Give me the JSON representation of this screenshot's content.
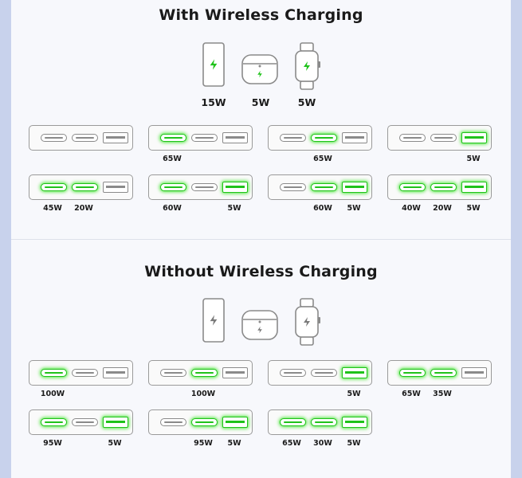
{
  "sections": [
    {
      "title": "With Wireless Charging",
      "devices": [
        {
          "name": "phone",
          "icon": "phone-icon",
          "label": "15W",
          "active": true
        },
        {
          "name": "earbuds-case",
          "icon": "earbuds-case-icon",
          "label": "5W",
          "active": true
        },
        {
          "name": "watch",
          "icon": "watch-icon",
          "label": "5W",
          "active": true
        }
      ],
      "configs": [
        {
          "ports": [
            0,
            0,
            0
          ],
          "labels": [
            "",
            "",
            ""
          ]
        },
        {
          "ports": [
            1,
            0,
            0
          ],
          "labels": [
            "65W",
            "",
            ""
          ]
        },
        {
          "ports": [
            0,
            1,
            0
          ],
          "labels": [
            "",
            "65W",
            ""
          ]
        },
        {
          "ports": [
            0,
            0,
            1
          ],
          "labels": [
            "",
            "",
            "5W"
          ]
        },
        {
          "ports": [
            1,
            1,
            0
          ],
          "labels": [
            "45W",
            "20W",
            ""
          ]
        },
        {
          "ports": [
            1,
            0,
            1
          ],
          "labels": [
            "60W",
            "",
            "5W"
          ]
        },
        {
          "ports": [
            0,
            1,
            1
          ],
          "labels": [
            "",
            "60W",
            "5W"
          ]
        },
        {
          "ports": [
            1,
            1,
            1
          ],
          "labels": [
            "40W",
            "20W",
            "5W"
          ]
        }
      ]
    },
    {
      "title": "Without Wireless Charging",
      "devices": [
        {
          "name": "phone",
          "icon": "phone-icon",
          "label": "",
          "active": false
        },
        {
          "name": "earbuds-case",
          "icon": "earbuds-case-icon",
          "label": "",
          "active": false
        },
        {
          "name": "watch",
          "icon": "watch-icon",
          "label": "",
          "active": false
        }
      ],
      "configs": [
        {
          "ports": [
            1,
            0,
            0
          ],
          "labels": [
            "100W",
            "",
            ""
          ]
        },
        {
          "ports": [
            0,
            1,
            0
          ],
          "labels": [
            "",
            "100W",
            ""
          ]
        },
        {
          "ports": [
            0,
            0,
            1
          ],
          "labels": [
            "",
            "",
            "5W"
          ]
        },
        {
          "ports": [
            1,
            1,
            0
          ],
          "labels": [
            "65W",
            "35W",
            ""
          ]
        },
        {
          "ports": [
            1,
            0,
            1
          ],
          "labels": [
            "95W",
            "",
            "5W"
          ]
        },
        {
          "ports": [
            0,
            1,
            1
          ],
          "labels": [
            "",
            "95W",
            "5W"
          ]
        },
        {
          "ports": [
            1,
            1,
            1
          ],
          "labels": [
            "65W",
            "30W",
            "5W"
          ]
        }
      ]
    }
  ],
  "colors": {
    "active": "#1fc21a",
    "inactive": "#8a8a8a"
  }
}
